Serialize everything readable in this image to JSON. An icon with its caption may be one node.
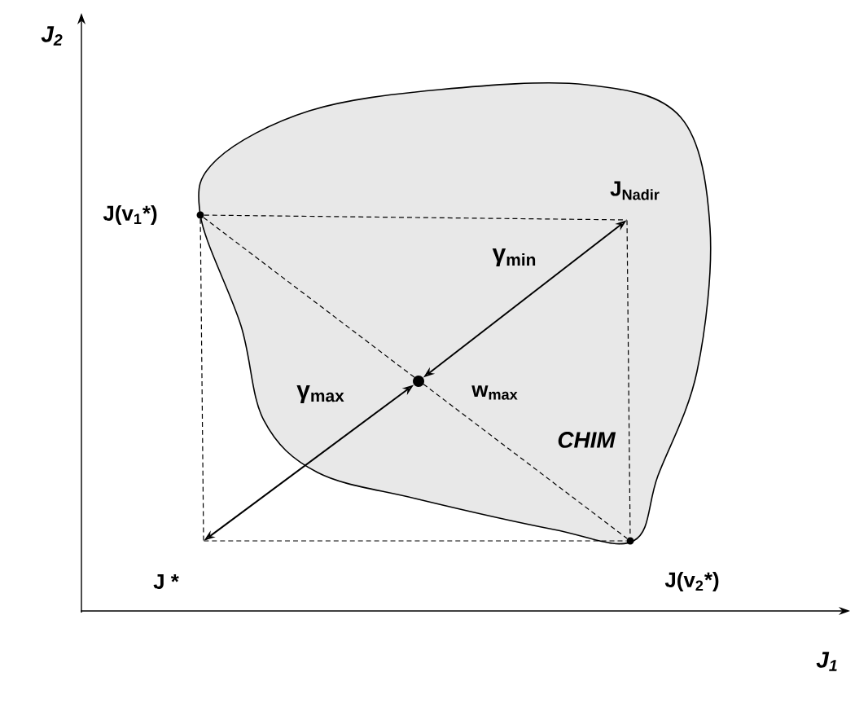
{
  "diagram": {
    "nodes": [
      {
        "text": [
          "J(v$_{1}$*)"
        ]
      },
      {
        "text": [
          "J$_{Nadir}$"
        ]
      },
      {
        "text": [
          "J *"
        ]
      },
      {
        "text": [
          "J(v$_{2}$*)"
        ]
      },
      {
        "text": [
          "w$_{max}$"
        ]
      }
    ],
    "edges": [
      {
        "from": 4,
        "to": 2,
        "arrow": "both",
        "label": "γ$_{max}$"
      },
      {
        "from": 4,
        "to": 1,
        "arrow": "both",
        "label": "γ$_{min}$"
      },
      {
        "from": 0,
        "to": 3,
        "arrow": "none",
        "style": "dashed"
      },
      {
        "from": 0,
        "to": 1,
        "arrow": "none",
        "style": "dashed"
      },
      {
        "from": 1,
        "to": 3,
        "arrow": "none",
        "style": "dashed"
      },
      {
        "from": 2,
        "to": 3,
        "arrow": "none",
        "style": "dashed"
      },
      {
        "from": 0,
        "to": 2,
        "arrow": "none",
        "style": "dashed"
      }
    ],
    "labels": [
      "J$_{2}$",
      "J$_{1}$",
      "CHIM"
    ]
  }
}
